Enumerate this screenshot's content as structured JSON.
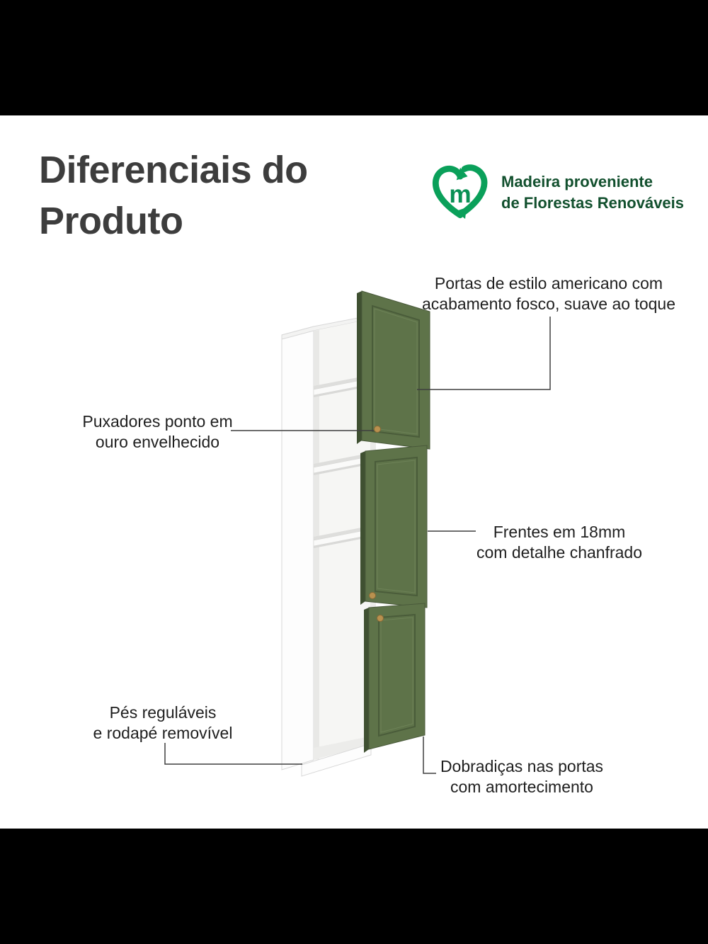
{
  "title": {
    "line1": "Diferenciais do",
    "line2": "Produto"
  },
  "badge": {
    "logo_letter": "m",
    "line1": "Madeira proveniente",
    "line2": "de Florestas Renováveis"
  },
  "callouts": {
    "doors": {
      "line1": "Portas de estilo americano com",
      "line2": "acabamento fosco, suave ao toque"
    },
    "handles": {
      "line1": "Puxadores ponto em",
      "line2": "ouro envelhecido"
    },
    "fronts": {
      "line1": "Frentes em 18mm",
      "line2": "com detalhe chanfrado"
    },
    "feet": {
      "line1": "Pés reguláveis",
      "line2": "e rodapé removível"
    },
    "hinges": {
      "line1": "Dobradiças nas portas",
      "line2": "com amortecimento"
    }
  },
  "colors": {
    "door_green": "#5e7349",
    "door_edge_green": "#3f5031",
    "logo_green": "#0aa05a",
    "badge_text_green": "#12502e",
    "title_gray": "#3d3d3d",
    "handle_gold": "#b9914f",
    "background_bar": "#000000"
  }
}
